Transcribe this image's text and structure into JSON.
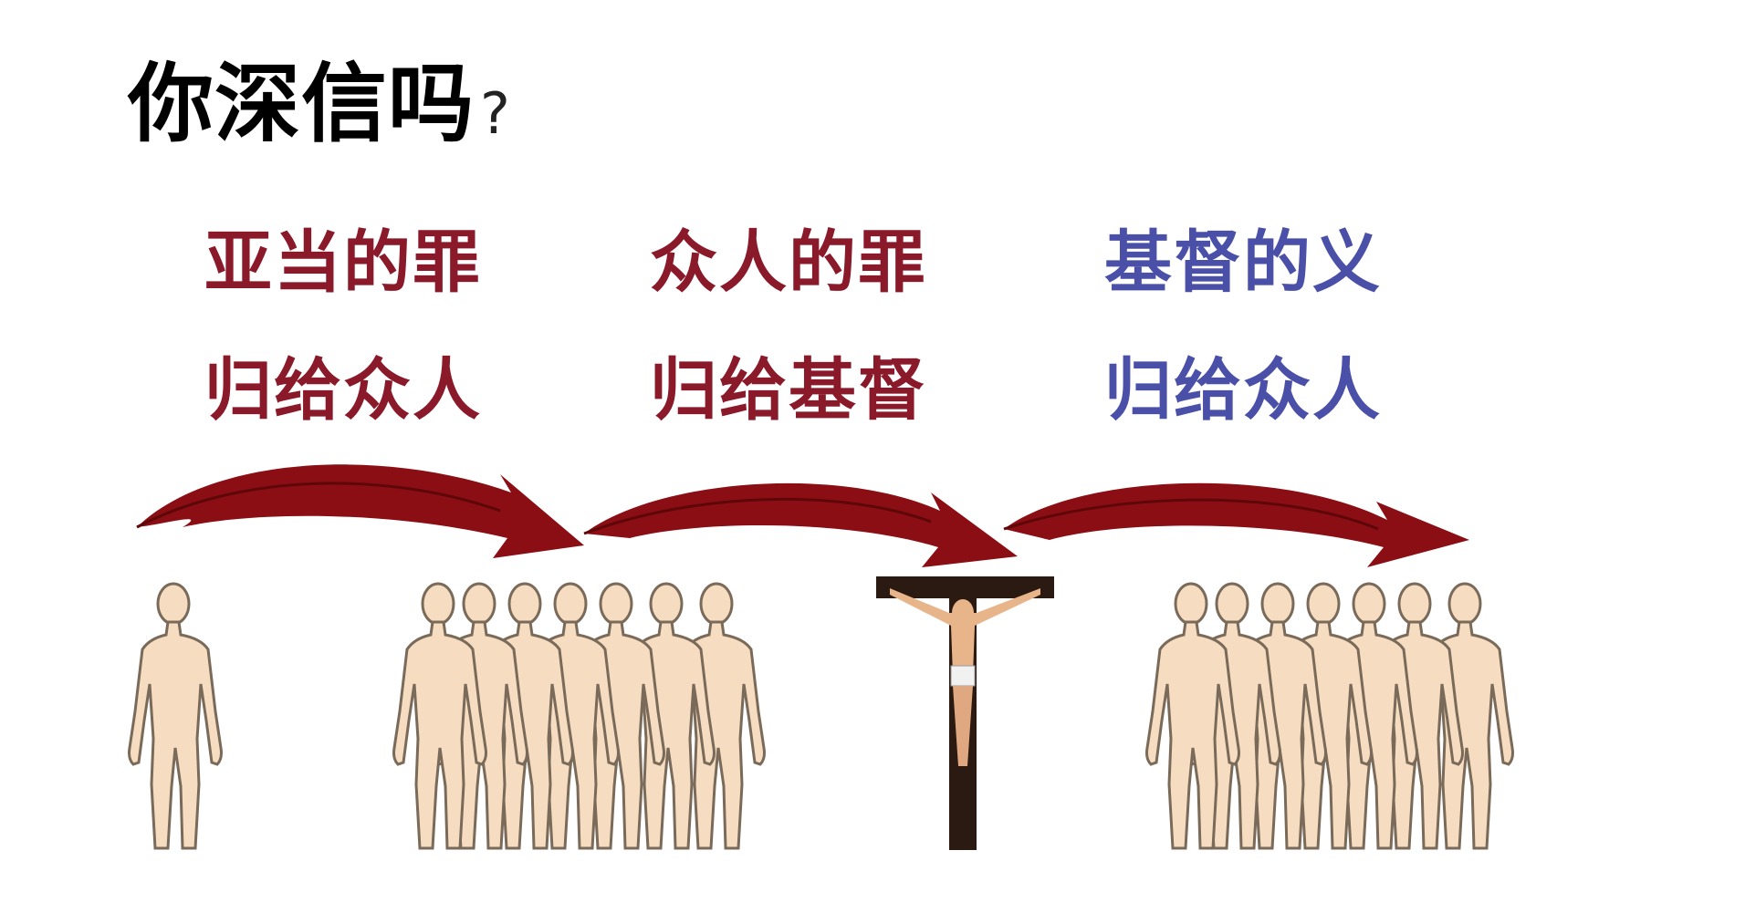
{
  "title": {
    "main": "你深信吗",
    "suffix": "?"
  },
  "captions": [
    {
      "line1": "亚当的罪",
      "line2": "归给众人",
      "color": "#8a1a2a"
    },
    {
      "line1": "众人的罪",
      "line2": "归给基督",
      "color": "#8a1a2a"
    },
    {
      "line1": "基督的义",
      "line2": "归给众人",
      "color": "#4a4fa8"
    }
  ],
  "colors": {
    "arrow": "#8b0e14",
    "arrow_dark": "#5e0709",
    "figure_fill": "#f6dcc0",
    "figure_stroke": "#7a6a5a",
    "cross": "#2a1a12"
  }
}
